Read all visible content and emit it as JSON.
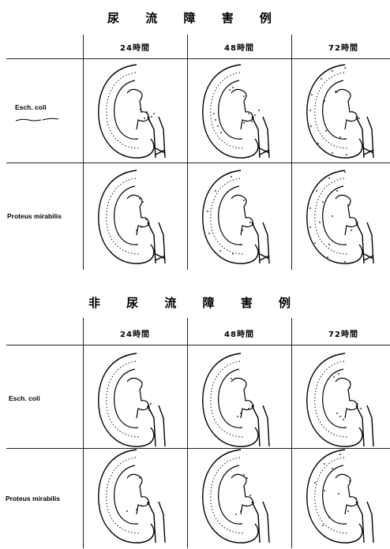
{
  "section_top": {
    "title": "尿 流 障 害 例",
    "columns": [
      "24時間",
      "48時間",
      "72時間"
    ],
    "rows": [
      "Esch. coli",
      "Proteus mirabilis"
    ]
  },
  "section_bottom": {
    "title": "非 尿 流 障 害 例",
    "columns": [
      "24時間",
      "48時間",
      "72時間"
    ],
    "rows": [
      "Esch. coli",
      "Proteus mirabilis"
    ]
  }
}
